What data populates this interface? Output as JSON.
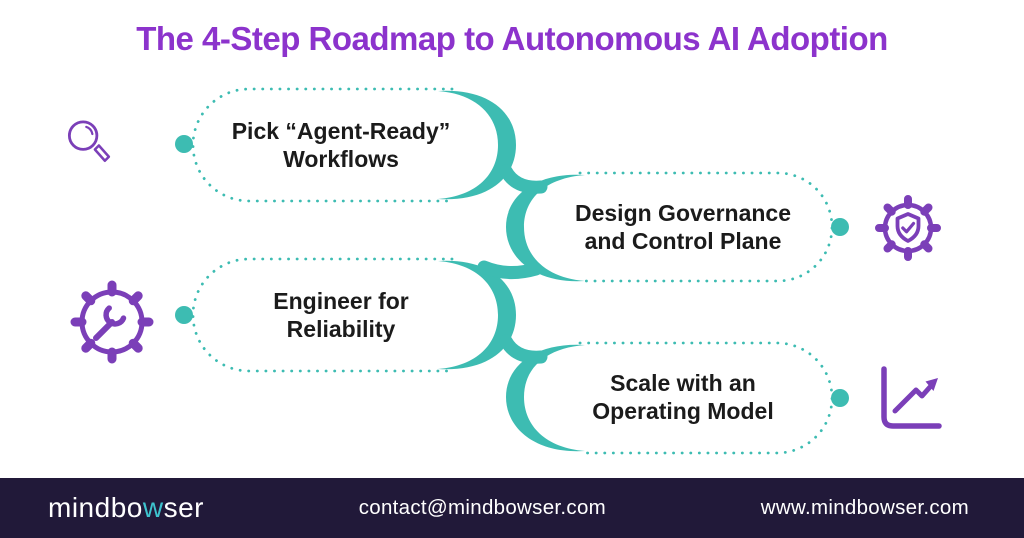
{
  "title": "The 4-Step Roadmap to Autonomous AI Adoption",
  "steps": [
    {
      "label": "Pick “Agent-Ready” Workflows",
      "icon": "search-icon",
      "side": "left"
    },
    {
      "label": "Design Governance and Control Plane",
      "icon": "gear-shield-icon",
      "side": "right"
    },
    {
      "label": "Engineer for Reliability",
      "icon": "gear-wrench-icon",
      "side": "left"
    },
    {
      "label": "Scale with an Operating Model",
      "icon": "growth-chart-icon",
      "side": "right"
    }
  ],
  "footer": {
    "logo": "mindbowser",
    "logo_prefix": "mindbo",
    "logo_accent": "w",
    "logo_suffix": "ser",
    "email": "contact@mindbowser.com",
    "website": "www.mindbowser.com"
  },
  "colors": {
    "title": "#8C33CC",
    "teal": "#3DBCB2",
    "icon": "#7B3FB8",
    "step-text": "#1B1B1B",
    "footer-bg": "#211939",
    "footer-text": "#FFFFFF",
    "logo-accent": "#3EC3CE",
    "background": "#FFFFFF"
  }
}
